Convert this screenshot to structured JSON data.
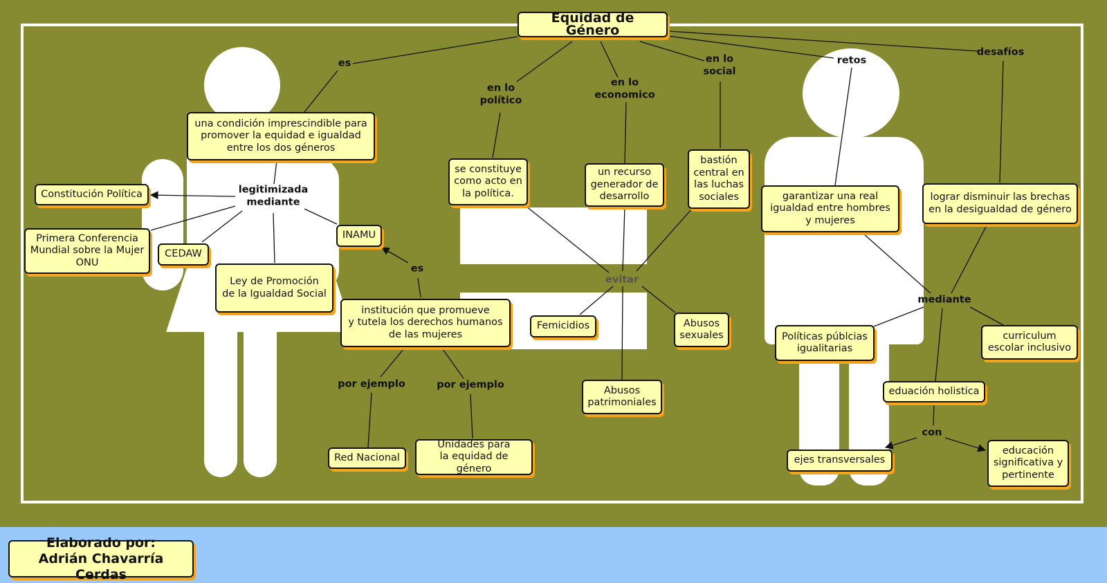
{
  "title": "Equidad de Género",
  "author": {
    "line1": "Elaborado por:",
    "line2": "Adrián Chavarría Cerdas"
  },
  "nodes": {
    "condicion": "una condición imprescindible para\npromover la equidad e igualdad\nentre los dos géneros",
    "constitucion": "Constitución Política",
    "conferencia": "Primera Conferencia\nMundial sobre la Mujer\nONU",
    "cedaw": "CEDAW",
    "ley": "Ley de Promoción\nde la Igualdad Social",
    "inamu": "INAMU",
    "institucion": "institución que promueve\ny tutela los derechos humanos\nde las mujeres",
    "red": "Red Nacional",
    "unidades": "Unidades para\nla equidad de género",
    "politico_node": "se constituye\ncomo acto en\nla política.",
    "economico_node": "un recurso\ngenerador de\ndesarrollo",
    "social_node": "bastión\ncentral en\nlas luchas\nsociales",
    "femicidios": "Femicidios",
    "abusos_sexuales": "Abusos\nsexuales",
    "abusos_patrimoniales": "Abusos\npatrimoniales",
    "garantizar": "garantizar una real\nigualdad entre hombres\ny mujeres",
    "lograr": "lograr disminuir las brechas\nen la desigualdad de género",
    "politicas": "Políticas públcias\nigualitarias",
    "curriculum": "curriculum\nescolar inclusivo",
    "holistica": "eduación holistica",
    "ejes": "ejes transversales",
    "significativa": "educación\nsignificativa y\npertinente"
  },
  "labels": {
    "es1": "es",
    "legitimizada": "legitimizada\nmediante",
    "es2": "es",
    "por_ejemplo1": "por ejemplo",
    "por_ejemplo2": "por ejemplo",
    "politico": "en lo\npolítico",
    "economico": "en lo\neconomico",
    "social": "en lo\nsocial",
    "evitar": "evitar",
    "retos": "retos",
    "desafios": "desafíos",
    "mediante": "mediante",
    "con": "con"
  },
  "colors": {
    "background": "#868a30",
    "node_fill": "#ffffb0",
    "node_shadow": "#f5a41e",
    "footer": "#99c9fb"
  }
}
